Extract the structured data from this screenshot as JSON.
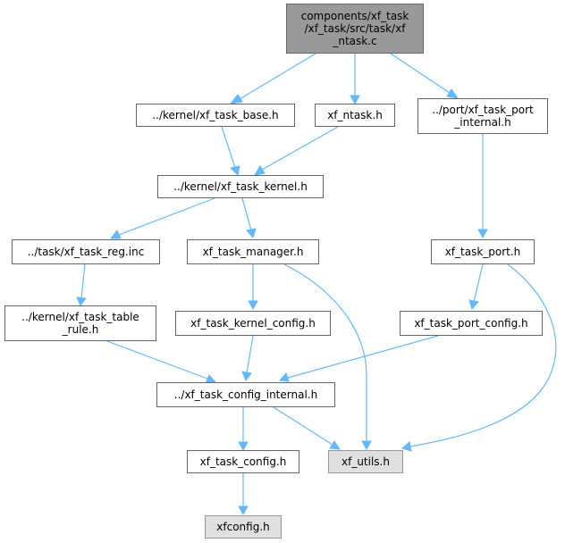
{
  "nodes": {
    "root": [
      "components/xf_task",
      "/xf_task/src/task/xf",
      "_ntask.c"
    ],
    "task_base": [
      "../kernel/xf_task_base.h"
    ],
    "ntask": [
      "xf_ntask.h"
    ],
    "port_internal": [
      "../port/xf_task_port",
      "_internal.h"
    ],
    "task_kernel": [
      "../kernel/xf_task_kernel.h"
    ],
    "task_reg": [
      "../task/xf_task_reg.inc"
    ],
    "task_manager": [
      "xf_task_manager.h"
    ],
    "task_port": [
      "xf_task_port.h"
    ],
    "table_rule": [
      "../kernel/xf_task_table",
      "_rule.h"
    ],
    "kernel_config": [
      "xf_task_kernel_config.h"
    ],
    "port_config": [
      "xf_task_port_config.h"
    ],
    "config_internal": [
      "../xf_task_config_internal.h"
    ],
    "task_config": [
      "xf_task_config.h"
    ],
    "utils": [
      "xf_utils.h"
    ],
    "xfconfig": [
      "xfconfig.h"
    ]
  },
  "colors": {
    "edge": "#63b8ff",
    "node_border": "#666666",
    "root_fill": "#999999",
    "external_fill": "#e0e0e0"
  }
}
